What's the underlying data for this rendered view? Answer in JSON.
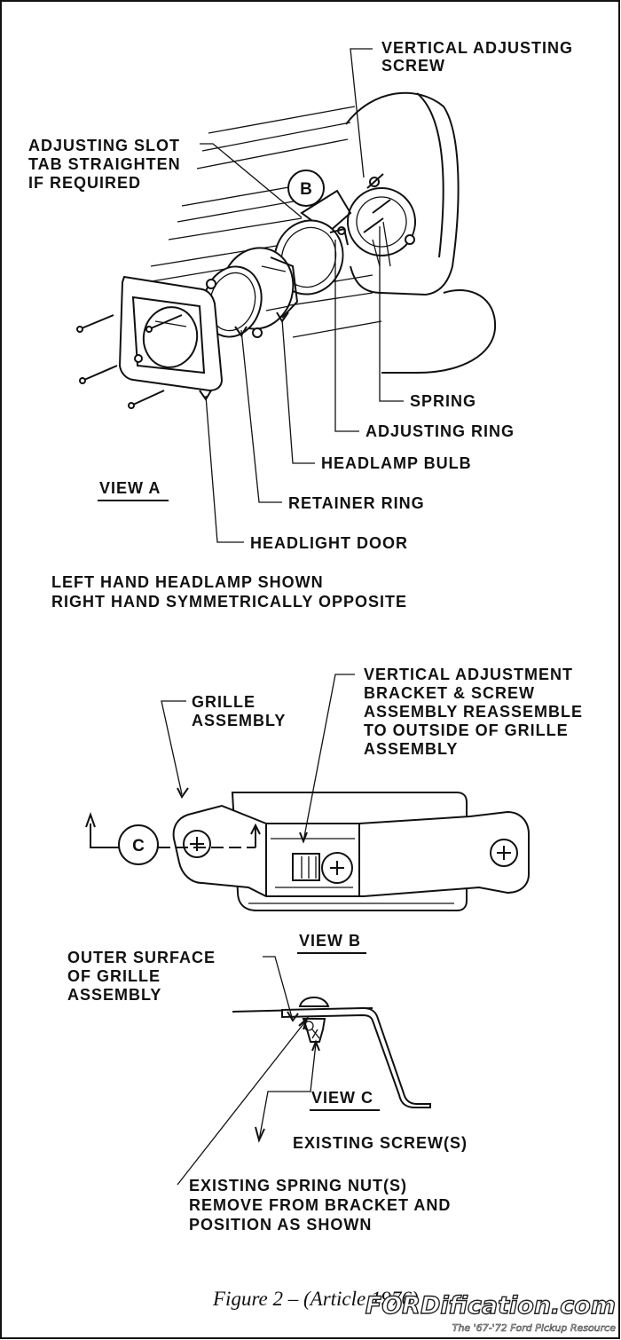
{
  "view_a": {
    "title": "VIEW A",
    "badge_b": "B",
    "labels": {
      "vertical_adjusting_screw": [
        "VERTICAL ADJUSTING",
        "SCREW"
      ],
      "adjusting_slot": [
        "ADJUSTING SLOT",
        "TAB STRAIGHTEN",
        "IF REQUIRED"
      ],
      "spring": "SPRING",
      "adjusting_ring": "ADJUSTING RING",
      "headlamp_bulb": "HEADLAMP BULB",
      "retainer_ring": "RETAINER RING",
      "headlight_door": "HEADLIGHT DOOR"
    }
  },
  "note": [
    "LEFT HAND HEADLAMP SHOWN",
    "RIGHT HAND SYMMETRICALLY OPPOSITE"
  ],
  "view_b": {
    "title": "VIEW B",
    "badge_c": "C",
    "labels": {
      "grille_assembly": [
        "GRILLE",
        "ASSEMBLY"
      ],
      "vertical_adjustment_bracket": [
        "VERTICAL ADJUSTMENT",
        "BRACKET & SCREW",
        "ASSEMBLY REASSEMBLE",
        "TO OUTSIDE OF GRILLE",
        "ASSEMBLY"
      ]
    }
  },
  "view_c": {
    "title": "VIEW C",
    "labels": {
      "outer_surface": [
        "OUTER SURFACE",
        "OF GRILLE",
        "ASSEMBLY"
      ],
      "existing_screws": "EXISTING SCREW(S)",
      "existing_spring_nuts": [
        "EXISTING SPRING NUT(S)",
        "REMOVE FROM BRACKET AND",
        "POSITION AS SHOWN"
      ]
    }
  },
  "caption": "Figure 2 – (Article 1976)",
  "watermark": {
    "title": "FORDification.com",
    "subtitle": "The '67-'72 Ford Pickup Resource"
  }
}
